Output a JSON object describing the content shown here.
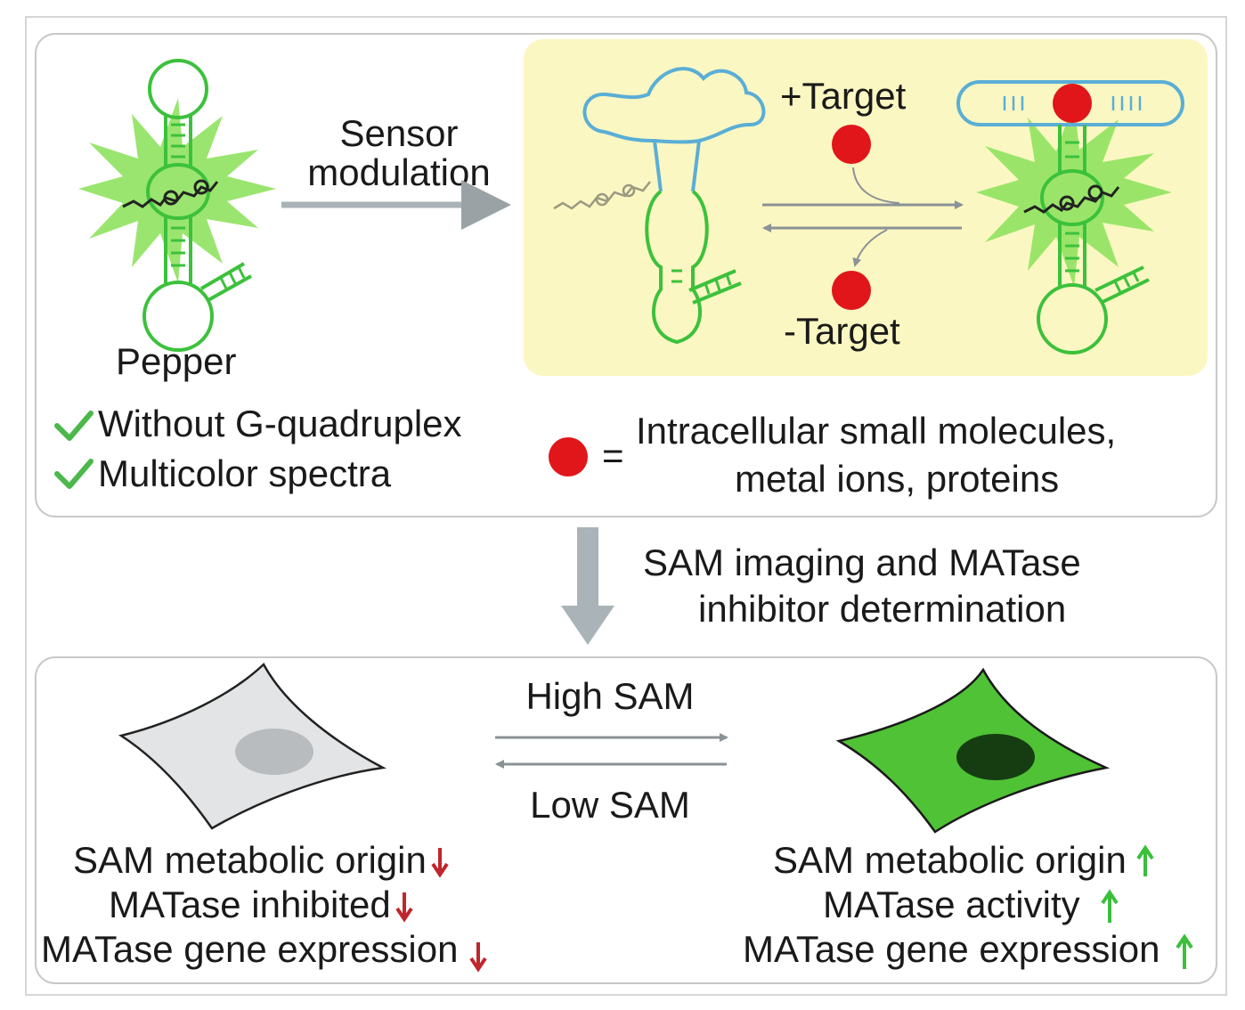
{
  "top_panel": {
    "sensor_label_line1": "Sensor",
    "sensor_label_line2": "modulation",
    "pepper_label": "Pepper",
    "plus_target": "+Target",
    "minus_target": "-Target",
    "features": [
      "Without G-quadruplex",
      "Multicolor spectra"
    ],
    "legend_equals": "=",
    "legend_line1": "Intracellular small molecules,",
    "legend_line2": "metal ions, proteins"
  },
  "middle": {
    "line1": "SAM imaging and MATase",
    "line2": "inhibitor determination"
  },
  "bottom_panel": {
    "high_sam": "High SAM",
    "low_sam": "Low SAM",
    "left_list": [
      "SAM metabolic origin",
      "MATase inhibited",
      "MATase gene expression"
    ],
    "right_list": [
      "SAM metabolic origin",
      "MATase activity",
      "MATase gene expression"
    ]
  },
  "colors": {
    "rna_green": "#3cc13c",
    "loop_blue": "#5aaed6",
    "glow_green": "#8fe25f",
    "target_red": "#e0161a",
    "panel_yellow": "#fbf7c2",
    "arrow_gray": "#a9b3b8",
    "down_arrow": "#c0262d",
    "up_arrow": "#3bbf3b"
  }
}
